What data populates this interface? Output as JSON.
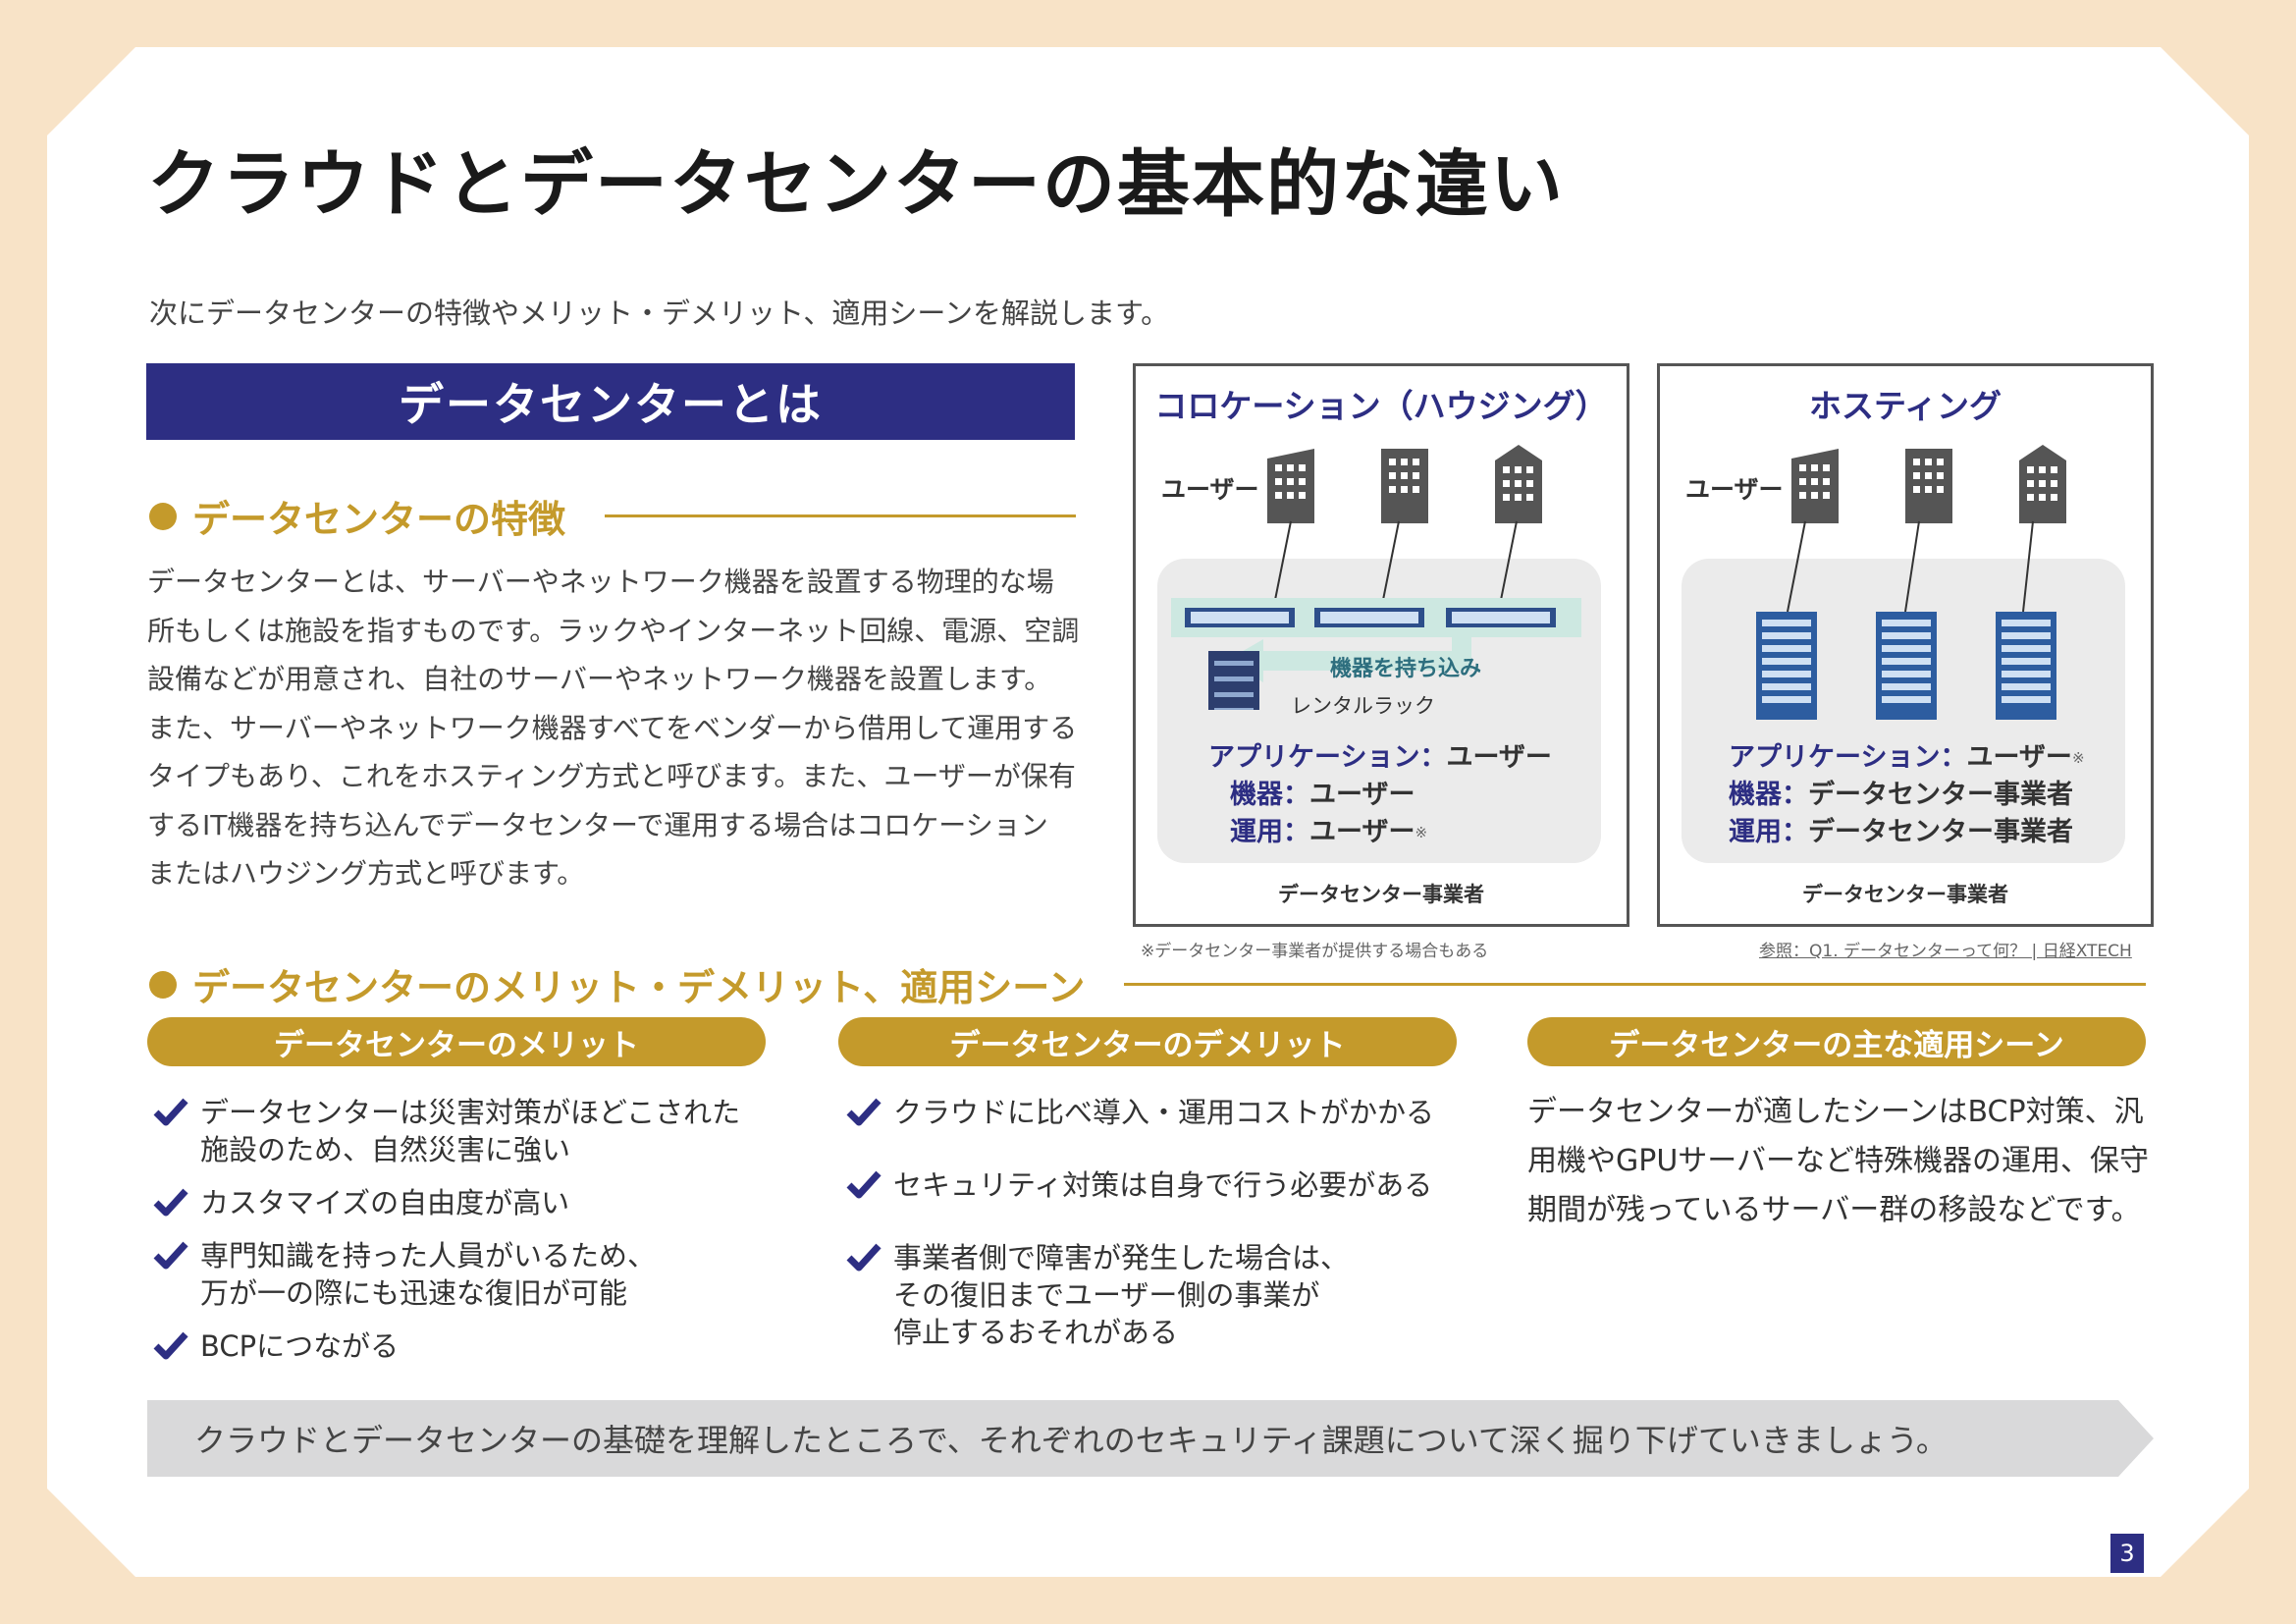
{
  "title": "クラウドとデータセンターの基本的な違い",
  "intro": "次にデータセンターの特徴やメリット・デメリット、適用シーンを解説します。",
  "dc_banner": "データセンターとは",
  "features": {
    "heading": "データセンターの特徴",
    "lines": [
      "データセンターとは、サーバーやネットワーク機器を設置する物理的な場",
      "所もしくは施設を指すものです。ラックやインターネット回線、電源、空調",
      "設備などが用意され、自社のサーバーやネットワーク機器を設置します。",
      "また、サーバーやネットワーク機器すべてをベンダーから借用して運用する",
      "タイプもあり、これをホスティング方式と呼びます。また、ユーザーが保有",
      "するIT機器を持ち込んでデータセンターで運用する場合はコロケーション",
      "またはハウジング方式と呼びます。"
    ]
  },
  "colocation": {
    "title": "コロケーション（ハウジング）",
    "user_label": "ユーザー",
    "bring_in": "機器を持ち込み",
    "rental_rack": "レンタルラック",
    "roles": [
      {
        "key": "アプリケーション",
        "value": "ユーザー",
        "note": ""
      },
      {
        "key": "機器",
        "value": "ユーザー",
        "note": ""
      },
      {
        "key": "運用",
        "value": "ユーザー",
        "note": "※"
      }
    ],
    "operator": "データセンター事業者"
  },
  "hosting": {
    "title": "ホスティング",
    "user_label": "ユーザー",
    "roles": [
      {
        "key": "アプリケーション",
        "value": "ユーザー",
        "note": "※"
      },
      {
        "key": "機器",
        "value": "データセンター事業者",
        "note": ""
      },
      {
        "key": "運用",
        "value": "データセンター事業者",
        "note": ""
      }
    ],
    "operator": "データセンター事業者"
  },
  "footnote": "※データセンター事業者が提供する場合もある",
  "reference": "参照：Q1. データセンターって何？ | 日経XTECH",
  "merits_section": "データセンターのメリット・デメリット、適用シーン",
  "merit": {
    "title": "データセンターのメリット",
    "items": [
      [
        "データセンターは災害対策がほどこされた",
        "施設のため、自然災害に強い"
      ],
      [
        "カスタマイズの自由度が高い"
      ],
      [
        "専門知識を持った人員がいるため、",
        "万が一の際にも迅速な復旧が可能"
      ],
      [
        "BCPにつながる"
      ]
    ]
  },
  "demerit": {
    "title": "データセンターのデメリット",
    "items": [
      [
        "クラウドに比べ導入・運用コストがかかる"
      ],
      [
        "セキュリティ対策は自身で行う必要がある"
      ],
      [
        "事業者側で障害が発生した場合は、",
        "その復旧までユーザー側の事業が",
        "停止するおそれがある"
      ]
    ]
  },
  "usage": {
    "title": "データセンターの主な適用シーン",
    "lines": [
      "データセンターが適したシーンはBCP対策、汎",
      "用機やGPUサーバーなど特殊機器の運用、保守",
      "期間が残っているサーバー群の移設などです。"
    ]
  },
  "conclusion": "クラウドとデータセンターの基礎を理解したところで、それぞれのセキュリティ課題について深く掘り下げていきましょう。",
  "page_number": "3",
  "colors": {
    "navy": "#2d2e83",
    "gold": "#c49a2b",
    "background": "#f8e3c7"
  },
  "icons": [
    "building-icon",
    "server-rack-icon",
    "check-icon",
    "arrow-left-icon"
  ]
}
